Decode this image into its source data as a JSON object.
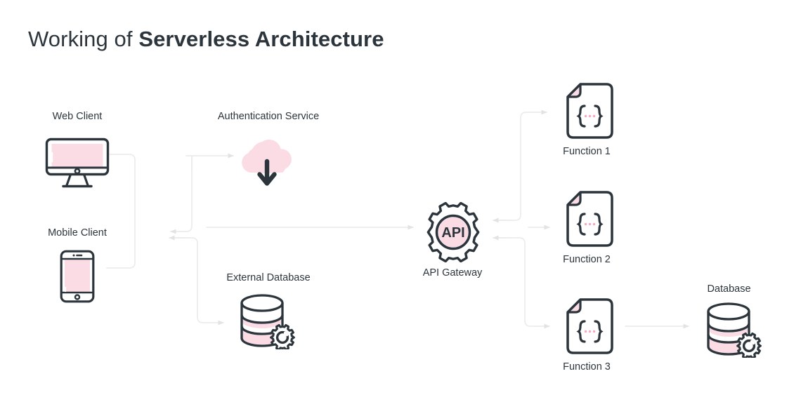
{
  "page": {
    "title_regular": "Working of ",
    "title_bold": "Serverless Architecture",
    "background_color": "#ffffff"
  },
  "colors": {
    "ink": "#2c353c",
    "pink_fill": "#fbdce5",
    "pink_accent": "#f9c8d6",
    "wire": "#e3e3e3",
    "white": "#ffffff"
  },
  "nodes": {
    "web_client": {
      "label": "Web Client",
      "icon": "desktop-monitor-icon"
    },
    "mobile_client": {
      "label": "Mobile Client",
      "icon": "mobile-phone-icon"
    },
    "auth_service": {
      "label": "Authentication Service",
      "icon": "cloud-download-icon"
    },
    "external_database": {
      "label": "External Database",
      "icon": "database-gear-icon"
    },
    "api_gateway": {
      "label": "API Gateway",
      "icon": "gear-api-icon",
      "badge": "API"
    },
    "function_1": {
      "label": "Function 1",
      "icon": "code-file-icon"
    },
    "function_2": {
      "label": "Function 2",
      "icon": "code-file-icon"
    },
    "function_3": {
      "label": "Function 3",
      "icon": "code-file-icon"
    },
    "database": {
      "label": "Database",
      "icon": "database-gear-icon"
    }
  },
  "connections": [
    {
      "name": "web-client-to-gateway-rail",
      "from": "web_client",
      "to": "api_gateway"
    },
    {
      "name": "mobile-client-to-gateway-rail",
      "from": "mobile_client",
      "to": "api_gateway"
    },
    {
      "name": "gateway-to-auth-service",
      "from": "api_gateway",
      "to": "auth_service"
    },
    {
      "name": "gateway-to-external-database",
      "from": "api_gateway",
      "to": "external_database"
    },
    {
      "name": "clients-to-gateway",
      "from": "clients",
      "to": "api_gateway"
    },
    {
      "name": "gateway-to-function-1",
      "from": "api_gateway",
      "to": "function_1"
    },
    {
      "name": "gateway-to-function-2",
      "from": "api_gateway",
      "to": "function_2"
    },
    {
      "name": "gateway-to-function-3",
      "from": "api_gateway",
      "to": "function_3"
    },
    {
      "name": "function-3-to-database",
      "from": "function_3",
      "to": "database"
    }
  ]
}
